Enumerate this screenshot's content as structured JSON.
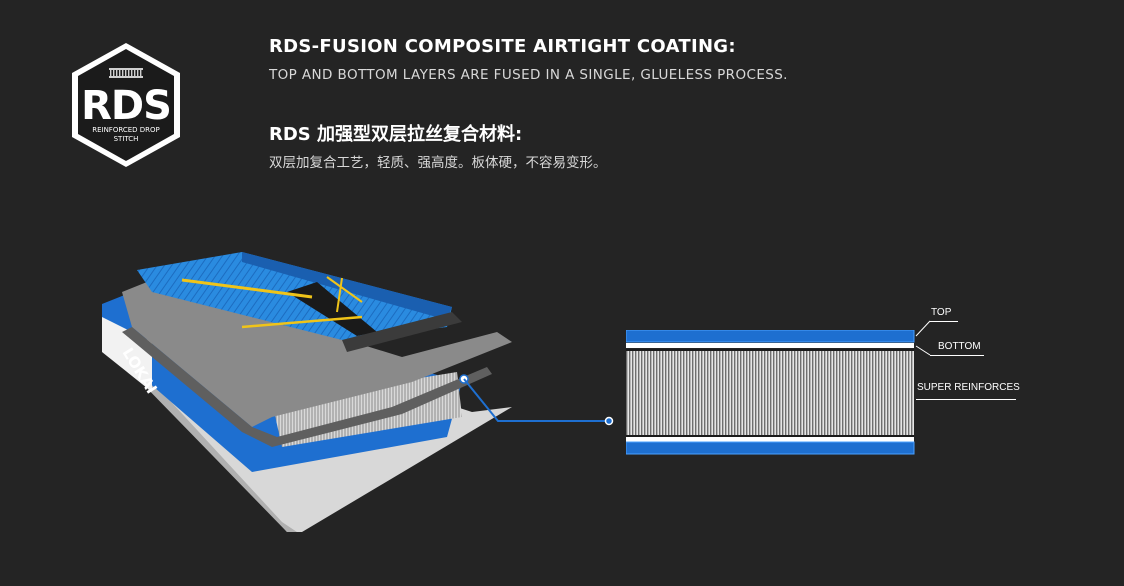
{
  "badge": {
    "title": "RDS",
    "subtitle_line1": "REINFORCED DROP",
    "subtitle_line2": "STITCH",
    "icon": "rds-hexagon-badge-icon"
  },
  "header": {
    "title_en": "RDS-FUSION COMPOSITE AIRTIGHT COATING:",
    "desc_en": "TOP AND BOTTOM LAYERS ARE FUSED IN A SINGLE, GLUELESS PROCESS.",
    "title_zh": "RDS 加强型双层拉丝复合材料:",
    "desc_zh": "双层加复合工艺，轻质、强高度。板体硬，不容易变形。"
  },
  "board": {
    "brand_text": "LOKAI",
    "icon": "paddle-board-cutaway-icon"
  },
  "layers": {
    "labels": {
      "top": "TOP",
      "bottom": "BOTTOM",
      "super": "SUPER REINFORCES"
    },
    "icon": "drop-stitch-layers-diagram"
  },
  "colors": {
    "background": "#242424",
    "accent_blue": "#1e6fd0",
    "deck_blue": "#2a8be0",
    "yellow_stripe": "#f0c419",
    "grey_rail": "#8a8a8a"
  }
}
